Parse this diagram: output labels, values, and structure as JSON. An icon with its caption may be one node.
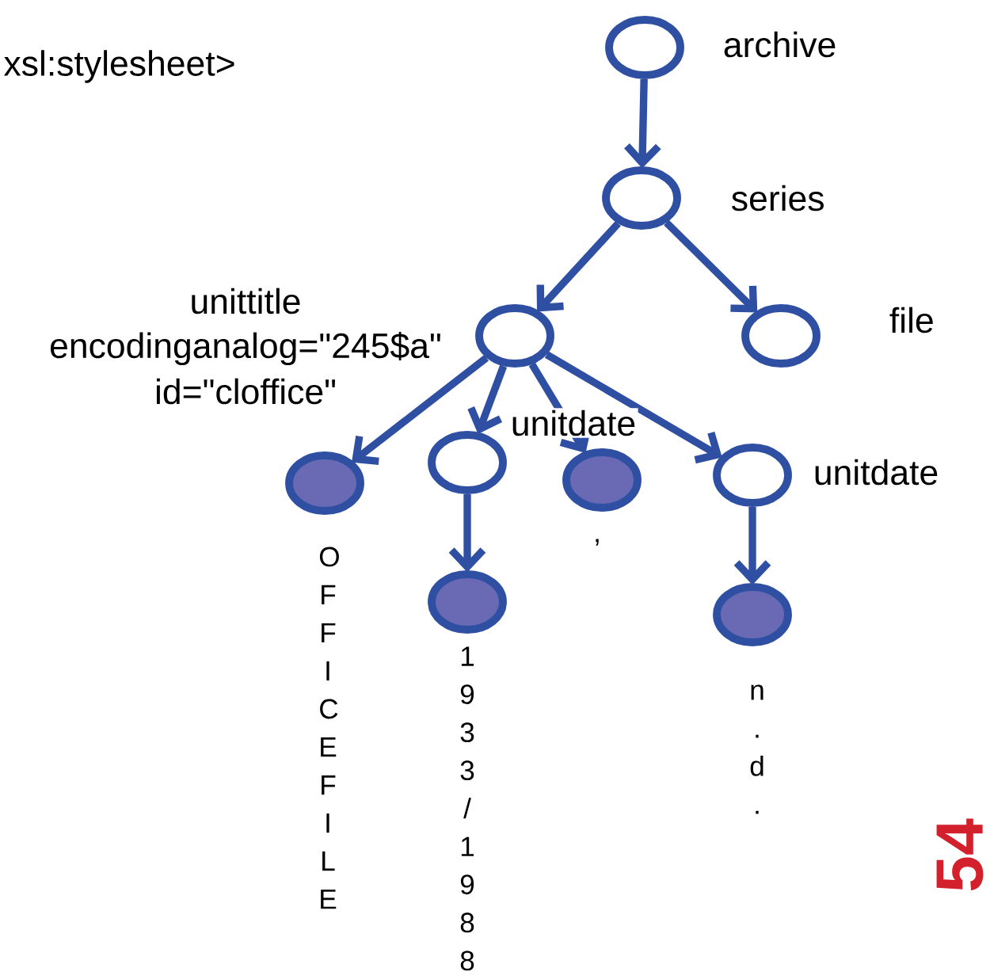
{
  "diagram": {
    "nodes": [
      {
        "text": [],
        "shape": "circle",
        "beside": [
          "archive"
        ]
      },
      {
        "text": [],
        "shape": "circle",
        "beside": [
          "series"
        ]
      },
      {
        "text": [],
        "shape": "circle",
        "beside": [
          "unittitle",
          "encodinganalog=\"245$a\"",
          "id=\"cloffice\""
        ]
      },
      {
        "text": [],
        "shape": "circle",
        "beside": [
          "file"
        ]
      },
      {
        "text": [],
        "shape": "dot",
        "beside": [
          "OFFICE FILE"
        ]
      },
      {
        "text": [],
        "shape": "circle",
        "beside": [
          "unitdate"
        ]
      },
      {
        "text": [],
        "shape": "dot",
        "beside": [
          ","
        ]
      },
      {
        "text": [],
        "shape": "circle",
        "beside": [
          "unitdate"
        ]
      },
      {
        "text": [],
        "shape": "dot",
        "beside": [
          "1933/1988"
        ]
      },
      {
        "text": [],
        "shape": "dot",
        "beside": [
          "n.d."
        ]
      }
    ],
    "edges": [
      {
        "from": 0,
        "to": 1,
        "arrow": "to"
      },
      {
        "from": 1,
        "to": 2,
        "arrow": "to"
      },
      {
        "from": 1,
        "to": 3,
        "arrow": "to"
      },
      {
        "from": 2,
        "to": 4,
        "arrow": "to"
      },
      {
        "from": 2,
        "to": 5,
        "arrow": "to"
      },
      {
        "from": 2,
        "to": 6,
        "arrow": "to"
      },
      {
        "from": 2,
        "to": 7,
        "arrow": "to"
      },
      {
        "from": 5,
        "to": 8,
        "arrow": "to"
      },
      {
        "from": 7,
        "to": 9,
        "arrow": "to"
      }
    ],
    "labels": [
      "xsl:stylesheet>",
      "54"
    ]
  }
}
